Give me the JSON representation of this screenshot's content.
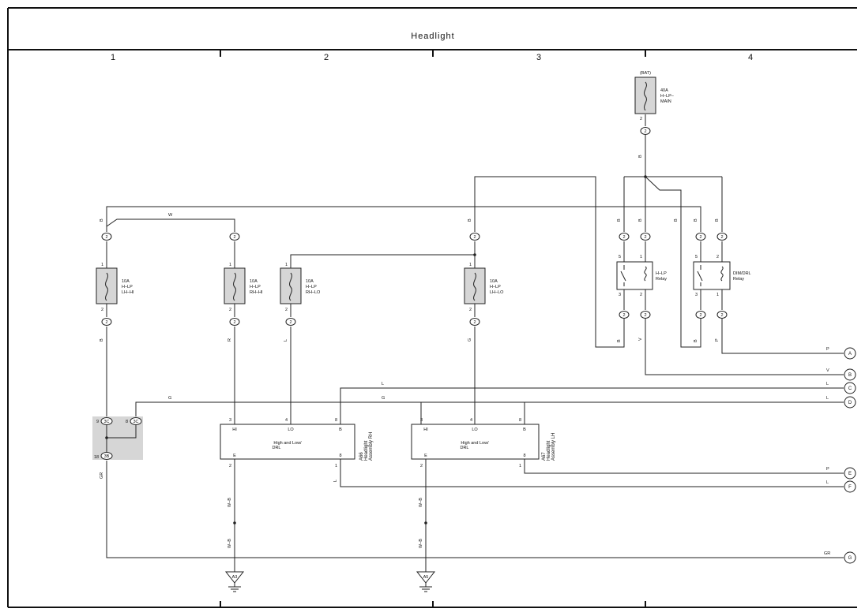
{
  "title": "Headlight",
  "columns": [
    "1",
    "2",
    "3",
    "4"
  ],
  "bat_label": "(BAT)",
  "main_fuse": {
    "amp": "40A",
    "l1": "H–LP–",
    "l2": "MAIN"
  },
  "fuses": [
    {
      "amp": "10A",
      "l1": "H–LP",
      "l2": "LH–HI"
    },
    {
      "amp": "10A",
      "l1": "H–LP",
      "l2": "RH–HI"
    },
    {
      "amp": "10A",
      "l1": "H–LP",
      "l2": "RH–LO"
    },
    {
      "amp": "10A",
      "l1": "H–LP",
      "l2": "LH–LO"
    }
  ],
  "relays": [
    {
      "l1": "H–LP",
      "l2": "Relay"
    },
    {
      "l1": "DIM/DRL",
      "l2": "Relay"
    }
  ],
  "assemblies": [
    {
      "code": "A66",
      "name1": "Headlight",
      "name2": "Assembly RH",
      "center1": "High and Low/",
      "center2": "DRL"
    },
    {
      "code": "A67",
      "name1": "Headlight",
      "name2": "Assembly LH",
      "center1": "High and Low/",
      "center2": "DRL"
    }
  ],
  "pin_labels": {
    "hi": "HI",
    "lo": "LO",
    "b": "B",
    "e": "E"
  },
  "junction": {
    "c": "3C",
    "b": "3B"
  },
  "wires": {
    "B": "B",
    "W": "W",
    "R": "R",
    "L": "L",
    "G": "G",
    "V": "V",
    "P": "P",
    "GR": "GR",
    "WB": "W–B"
  },
  "grounds": [
    "A3",
    "A5"
  ],
  "connectors": [
    "A",
    "B",
    "C",
    "D",
    "E",
    "F",
    "G"
  ],
  "numbers": {
    "n1": "1",
    "n2": "2",
    "n3": "3",
    "n4": "4",
    "n5": "5",
    "n8": "8",
    "n9": "9",
    "n18": "18"
  }
}
